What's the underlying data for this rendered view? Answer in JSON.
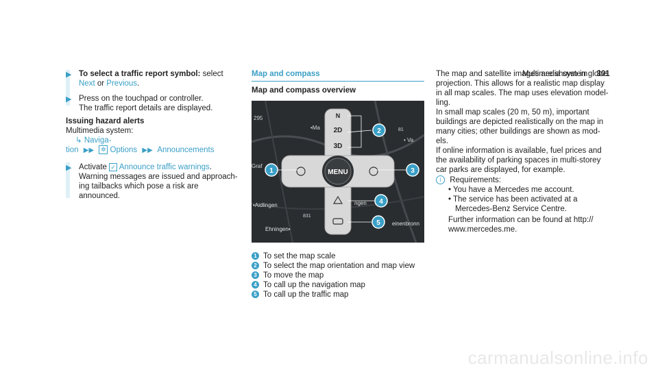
{
  "header": {
    "section": "Multimedia system",
    "page_number": "301"
  },
  "col1": {
    "step1": {
      "title": "To select a traffic report symbol:",
      "text": "select",
      "link_next": "Next",
      "or": "or",
      "link_previous": "Previous",
      "dot": "."
    },
    "step2": {
      "line1": "Press on the touchpad or controller.",
      "line2": "The traffic report details are displayed."
    },
    "hazard_title": "Issuing hazard alerts",
    "hazard_path": {
      "prefix": "Multimedia system:",
      "nav1": "Naviga-",
      "nav2": "tion",
      "options": "Options",
      "announcements": "Announcements"
    },
    "step3": {
      "activate": "Activate",
      "link": "Announce traffic warnings",
      "dot": ".",
      "line2": "Warning messages are issued and approach-",
      "line3": "ing tailbacks which pose a risk are",
      "line4": "announced."
    }
  },
  "col2": {
    "section_title": "Map and compass",
    "subtitle": "Map and compass overview",
    "image_labels": {
      "north": "N",
      "view2d": "2D",
      "view3d": "3D",
      "menu": "MENU",
      "map_road": "295",
      "map_aidlingen": "•Aidlingen",
      "map_ehningen": "Ehningen•",
      "map_steinbronn": "einenbronn",
      "map_ma": "•Ma",
      "map_gra": "Graf",
      "map_va": "• Va",
      "map_ingen": "ngen",
      "map_81": "81",
      "map_831": "831"
    },
    "callouts": [
      "1",
      "2",
      "3",
      "4",
      "5"
    ],
    "legend": [
      {
        "num": "1",
        "text": "To set the map scale"
      },
      {
        "num": "2",
        "text": "To select the map orientation and map view"
      },
      {
        "num": "3",
        "text": "To move the map"
      },
      {
        "num": "4",
        "text": "To call up the navigation map"
      },
      {
        "num": "5",
        "text": "To call up the traffic map"
      }
    ]
  },
  "col3": {
    "lines": [
      "The map and satellite images are shown in globe",
      "projection. This allows for a realistic map display",
      "in all map scales. The map uses elevation model-",
      "ling.",
      "In small map scales (20 m, 50 m), important",
      "buildings are depicted realistically on the map in",
      "many cities; other buildings are shown as mod-",
      "els.",
      "If online information is available, fuel prices and",
      "the availability of parking spaces in multi-storey",
      "car parks are displayed, for example."
    ],
    "requirements_title": "Requirements:",
    "requirements": [
      "You have a Mercedes me account.",
      "The service has been activated at a",
      "Mercedes-Benz Service Centre."
    ],
    "further1": "Further information can be found at http://",
    "further2": "www.mercedes.me."
  },
  "watermark": "carmanualsonline.info",
  "colors": {
    "accent": "#3a9fc6",
    "bar": "#dff0f7"
  }
}
